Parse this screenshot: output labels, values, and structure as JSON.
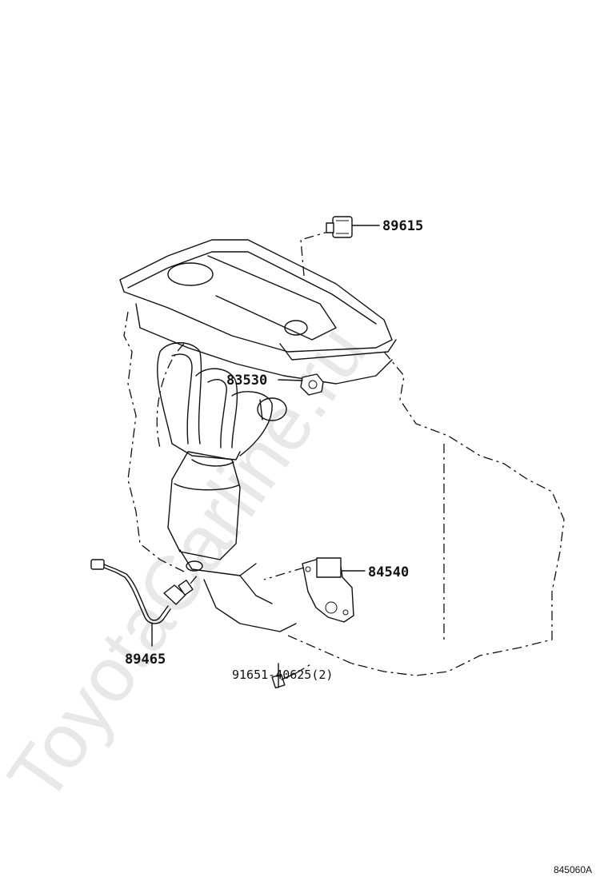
{
  "watermark": "ToyotaCarline.ru",
  "parts": [
    {
      "number": "89615"
    },
    {
      "number": "83530"
    },
    {
      "number": "84540"
    },
    {
      "number": "89465"
    },
    {
      "number": "91651-40625(2)"
    }
  ],
  "diagram_code": "845060A"
}
